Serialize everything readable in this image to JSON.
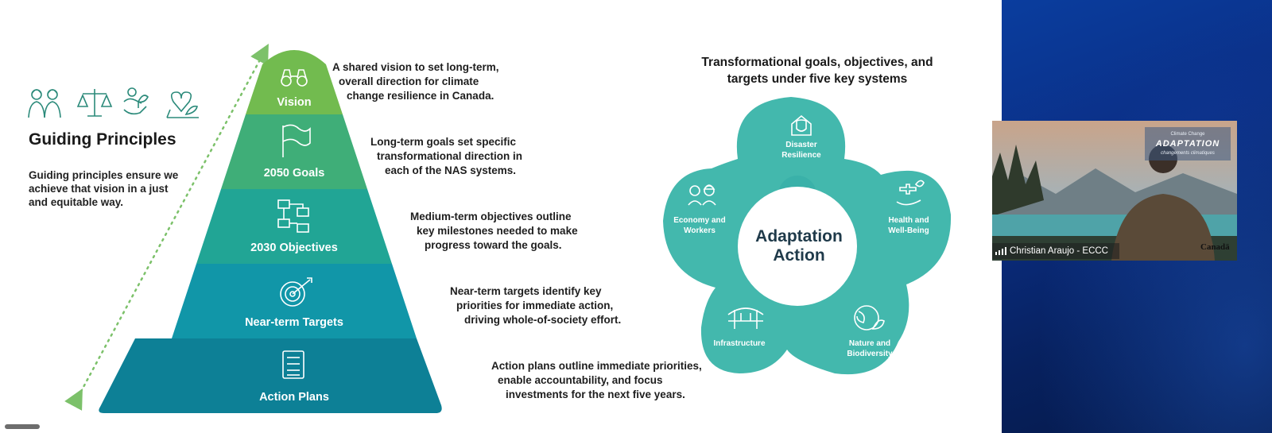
{
  "guiding": {
    "title": "Guiding Principles",
    "text": "Guiding principles ensure we achieve that vision in a just and equitable way.",
    "icons": [
      "people-icon",
      "scales-icon",
      "hands-plant-icon",
      "heart-plant-icon"
    ]
  },
  "pyramid": {
    "tiers": [
      {
        "label": "Vision",
        "icon": "binoculars-icon",
        "color": "#72bb4f"
      },
      {
        "label": "2050 Goals",
        "icon": "flag-icon",
        "color": "#3fae78"
      },
      {
        "label": "2030 Objectives",
        "icon": "flowchart-icon",
        "color": "#21a595"
      },
      {
        "label": "Near-term Targets",
        "icon": "target-icon",
        "color": "#1196a8"
      },
      {
        "label": "Action Plans",
        "icon": "checklist-icon",
        "color": "#0d8096"
      }
    ],
    "descriptions": [
      [
        "A shared vision to set long-term,",
        "overall direction for climate",
        "change resilience in Canada."
      ],
      [
        "Long-term goals set specific",
        "transformational direction in",
        "each of the NAS systems."
      ],
      [
        "Medium-term objectives outline",
        "key milestones needed to make",
        "progress toward the goals."
      ],
      [
        "Near-term targets identify key",
        "priorities for immediate action,",
        "driving whole-of-society effort."
      ],
      [
        "Action plans outline immediate priorities,",
        "enable accountability, and focus",
        "investments for the next five years."
      ]
    ]
  },
  "systems": {
    "title_line1": "Transformational goals, objectives, and",
    "title_line2": "targets under five key systems",
    "center_line1": "Adaptation",
    "center_line2": "Action",
    "items": [
      {
        "label_line1": "Disaster",
        "label_line2": "Resilience",
        "icon": "house-shield-icon"
      },
      {
        "label_line1": "Health and",
        "label_line2": "Well-Being",
        "icon": "hand-health-icon"
      },
      {
        "label_line1": "Nature and",
        "label_line2": "Biodiversity",
        "icon": "globe-leaf-icon"
      },
      {
        "label_line1": "Infrastructure",
        "label_line2": "",
        "icon": "bridge-icon"
      },
      {
        "label_line1": "Economy and",
        "label_line2": "Workers",
        "icon": "workers-icon"
      }
    ],
    "colors": {
      "outer": "#2fb0a4",
      "inner": "#1d8fa8",
      "center": "#ffffff"
    }
  },
  "video": {
    "participant_name": "Christian Araujo - ECCC",
    "banner_small": "Climate Change",
    "banner_big": "ADAPTATION",
    "banner_small2": "changements climatiques",
    "brand": "Canadä"
  }
}
